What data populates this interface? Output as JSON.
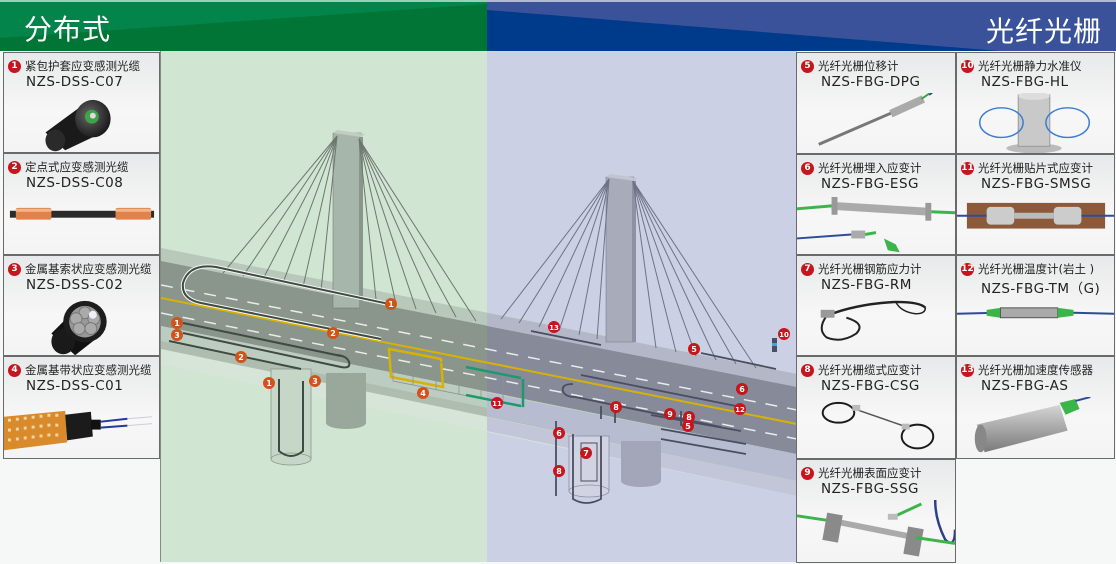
{
  "header": {
    "left_title": "分布式",
    "right_title": "光纤光栅",
    "left_color": "#03844a",
    "right_color": "#003a8b"
  },
  "colors": {
    "distributed_bg": "#d0e5d2",
    "fbg_bg": "#cbd0e4",
    "badge_distributed": "#c4161c",
    "marker_distributed": "#d1531c",
    "marker_fbg": "#c5161c"
  },
  "left_products": [
    {
      "num": "1",
      "name": "紧包护套应变感测光缆",
      "model": "NZS-DSS-C07",
      "icon": "tight-buffered-cable-icon"
    },
    {
      "num": "2",
      "name": "定点式应变感测光缆",
      "model": "NZS-DSS-C08",
      "icon": "fixed-point-cable-icon"
    },
    {
      "num": "3",
      "name": "金属基索状应变感测光缆",
      "model": "NZS-DSS-C02",
      "icon": "metal-strand-cable-icon"
    },
    {
      "num": "4",
      "name": "金属基带状应变感测光缆",
      "model": "NZS-DSS-C01",
      "icon": "metal-ribbon-cable-icon"
    }
  ],
  "right_products": [
    {
      "num": "5",
      "name": "光纤光栅位移计",
      "model": "NZS-FBG-DPG",
      "icon": "displacement-gauge-icon"
    },
    {
      "num": "10",
      "name": "光纤光栅静力水准仪",
      "model": "NZS-FBG-HL",
      "icon": "hydrostatic-level-icon"
    },
    {
      "num": "6",
      "name": "光纤光栅埋入应变计",
      "model": "NZS-FBG-ESG",
      "icon": "embedded-strain-gauge-icon"
    },
    {
      "num": "11",
      "name": "光纤光栅贴片式应变计",
      "model": "NZS-FBG-SMSG",
      "icon": "patch-strain-gauge-icon"
    },
    {
      "num": "7",
      "name": "光纤光栅钢筋应力计",
      "model": "NZS-FBG-RM",
      "icon": "rebar-stress-meter-icon"
    },
    {
      "num": "12",
      "name": "光纤光栅温度计(岩土 )",
      "model": "NZS-FBG-TM（G)",
      "icon": "thermometer-icon"
    },
    {
      "num": "8",
      "name": "光纤光栅缆式应变计",
      "model": "NZS-FBG-CSG",
      "icon": "cable-strain-gauge-icon"
    },
    {
      "num": "13",
      "name": "光纤光栅加速度传感器",
      "model": "NZS-FBG-AS",
      "icon": "accelerometer-icon"
    },
    {
      "num": "9",
      "name": "光纤光栅表面应变计",
      "model": "NZS-FBG-SSG",
      "icon": "surface-strain-gauge-icon"
    }
  ],
  "diagram_markers": {
    "distributed": [
      "1",
      "1",
      "3",
      "2",
      "2",
      "1",
      "3",
      "4"
    ],
    "fbg": [
      "13",
      "5",
      "10",
      "11",
      "6",
      "8",
      "9",
      "8",
      "12",
      "5",
      "6",
      "7",
      "8"
    ]
  }
}
